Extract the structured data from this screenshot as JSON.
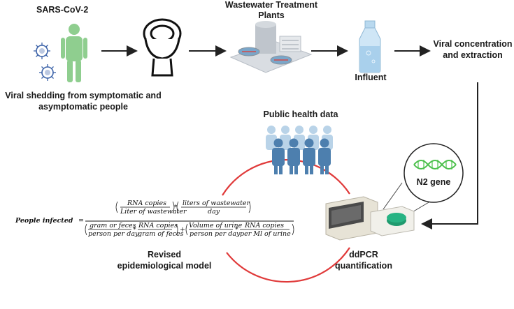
{
  "labels": {
    "sars": "SARS-CoV-2",
    "shedding_line1": "Viral shedding from symptomatic and",
    "shedding_line2": "asymptomatic people",
    "wwtp_line1": "Wastewater Treatment",
    "wwtp_line2": "Plants",
    "influent": "Influent",
    "viral_line1": "Viral concentration",
    "viral_line2": "and extraction",
    "public_health": "Public health data",
    "gene": "N2 gene",
    "ddpcr_line1": "ddPCR",
    "ddpcr_line2": "quantification",
    "model_line1": "Revised",
    "model_line2": "epidemiological model"
  },
  "equation": {
    "lhs": "People infected",
    "equals": "=",
    "num_a_top": "RNA copies",
    "num_a_bot": "Liter of wastewater",
    "times": "*",
    "num_b_top": "liters of wastewater",
    "num_b_bot": "day",
    "den_a_top": "gram or feces",
    "den_a_bot": "person per day",
    "den_b_top": "RNA copies",
    "den_b_bot": "gram of feces",
    "plus": "+",
    "den_c_top": "Volume of urine",
    "den_c_bot": "person per day",
    "den_d_top": "RNA copies",
    "den_d_bot": "per Ml of urine"
  },
  "colors": {
    "person_green": "#8fce8f",
    "people_blue": "#5b8bb8",
    "cycle_red": "#e03a3a",
    "dna_green": "#4cc04c",
    "virus_blue": "#3b62a8",
    "arrow": "#222222"
  },
  "icons": [
    "virus-icon",
    "person-icon",
    "toilet-icon",
    "treatment-plant-icon",
    "bottle-icon",
    "crowd-icon",
    "dna-icon",
    "ddpcr-machine-icon"
  ]
}
